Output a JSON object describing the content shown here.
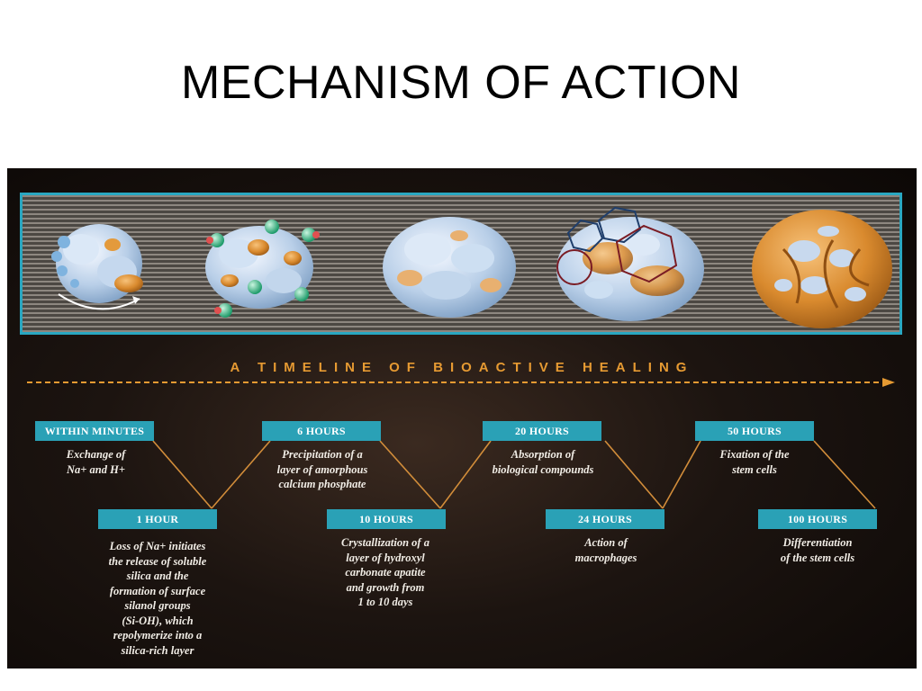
{
  "slide_title": "MECHANISM OF ACTION",
  "timeline_title": "A TIMELINE OF BIOACTIVE HEALING",
  "colors": {
    "accent_teal": "#2aa1b6",
    "accent_orange": "#e69a32",
    "panel_background": "#1c1410",
    "strip_border": "#29a7c1"
  },
  "illustrations": [
    "particle-ion-exchange",
    "particle-silanol-groups",
    "particle-silica-gel-layer",
    "particle-apatite-crystals",
    "particle-bone-formation"
  ],
  "stages": {
    "s1": {
      "label": "WITHIN MINUTES",
      "text": "Exchange of\nNa+ and H+"
    },
    "s2": {
      "label": "1 HOUR",
      "text": "Loss of Na+ initiates\nthe release of soluble\nsilica and the\nformation of surface\nsilanol groups\n(Si-OH), which\nrepolymerize into a\nsilica-rich layer"
    },
    "s3": {
      "label": "6 HOURS",
      "text": "Precipitation of a\nlayer of amorphous\ncalcium phosphate"
    },
    "s4": {
      "label": "10 HOURS",
      "text": "Crystallization of a\nlayer of hydroxyl\ncarbonate apatite\nand growth from\n1 to 10 days"
    },
    "s5": {
      "label": "20 HOURS",
      "text": "Absorption of\nbiological compounds"
    },
    "s6": {
      "label": "24 HOURS",
      "text": "Action of\nmacrophages"
    },
    "s7": {
      "label": "50 HOURS",
      "text": "Fixation of the\nstem cells"
    },
    "s8": {
      "label": "100 HOURS",
      "text": "Differentiation\nof the stem cells"
    }
  }
}
